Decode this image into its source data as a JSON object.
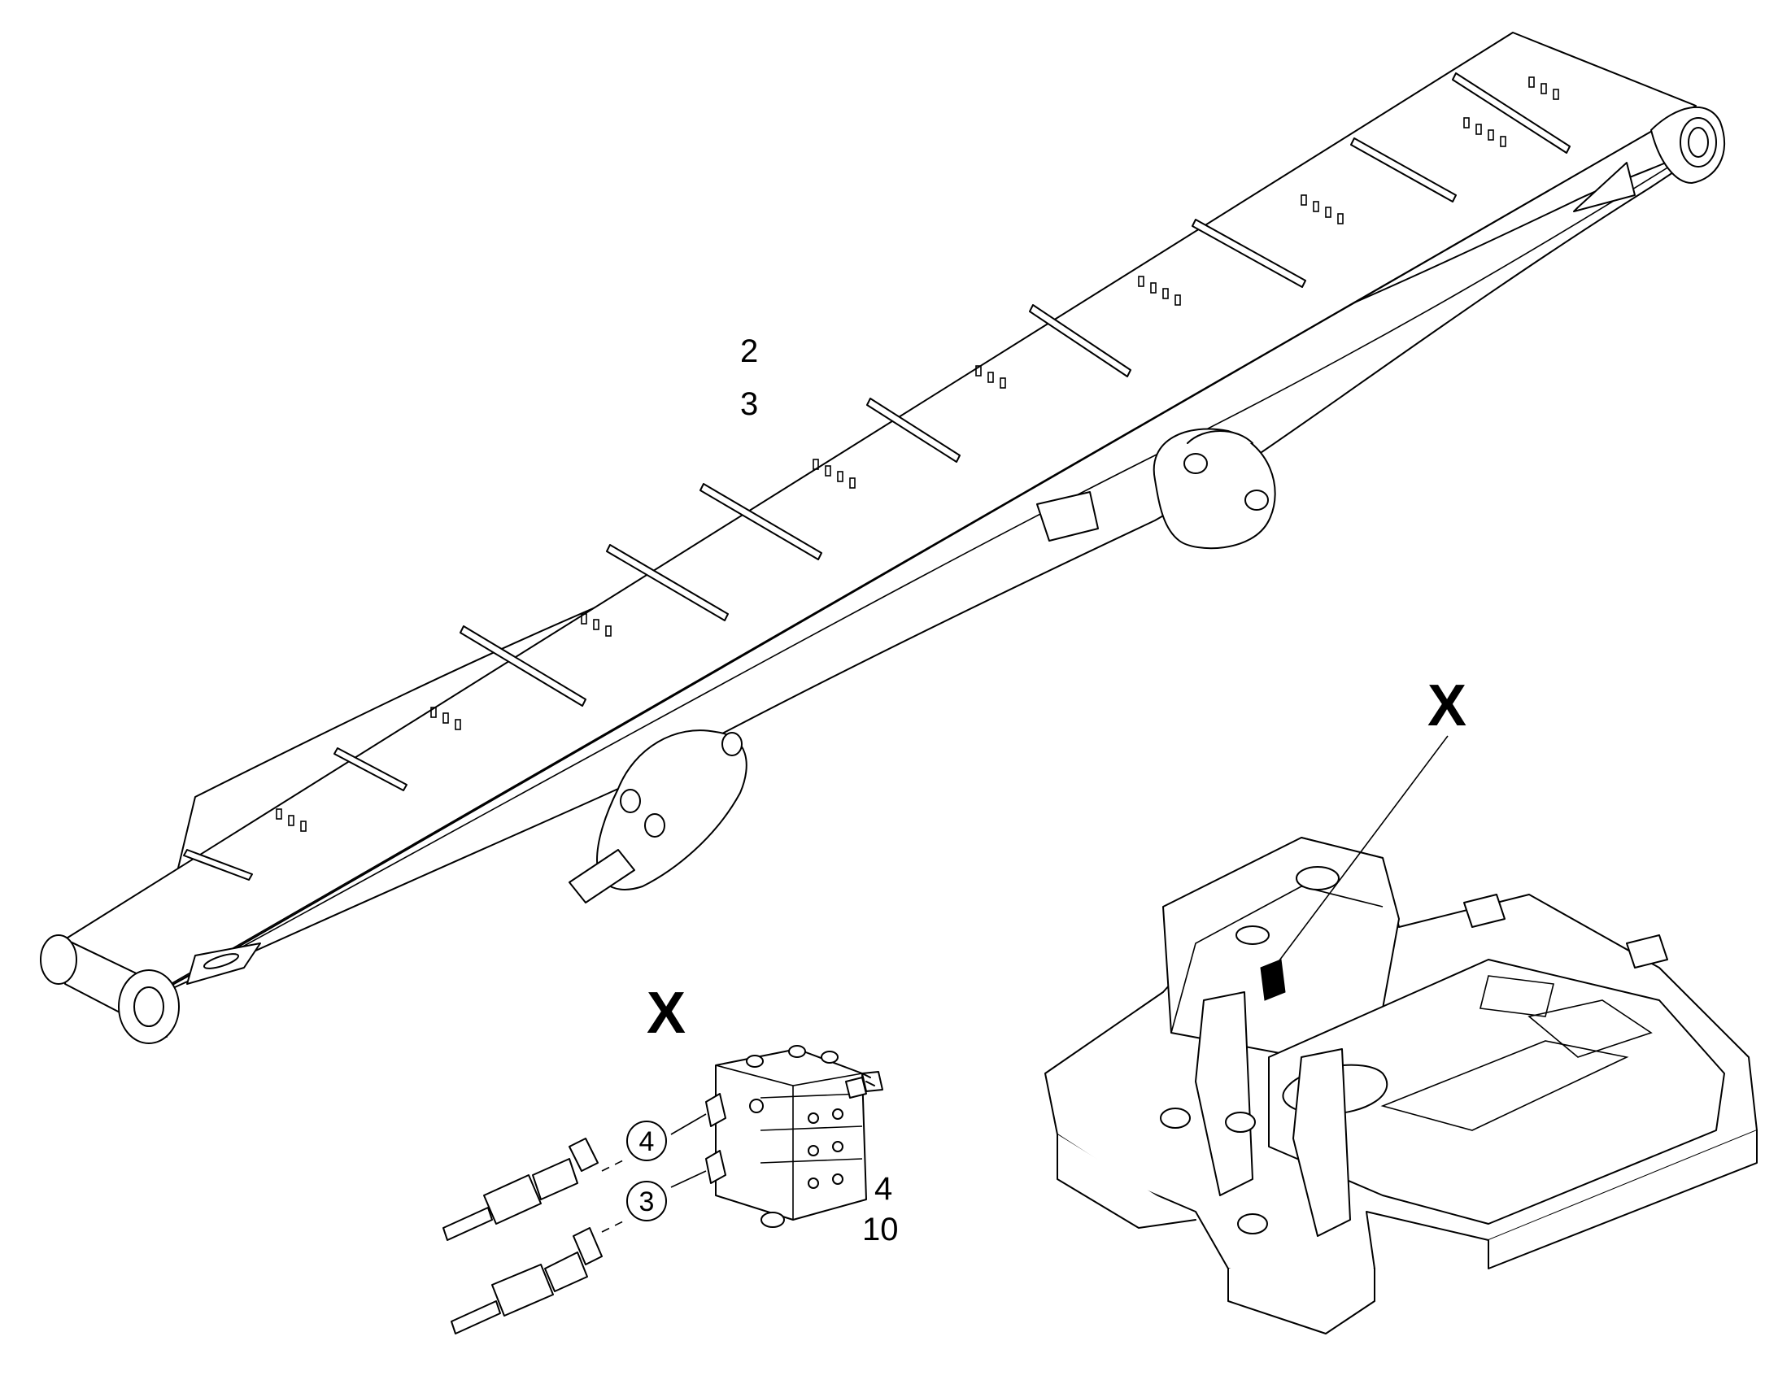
{
  "labels": {
    "boom_ref_2": "2",
    "boom_ref_3": "3",
    "detail_marker_frame": "X",
    "detail_marker_valve": "X",
    "callout_4": "4",
    "callout_3": "3",
    "valve_ref_4": "4",
    "valve_ref_10": "10"
  },
  "colors": {
    "line": "#000000",
    "background": "#ffffff"
  }
}
